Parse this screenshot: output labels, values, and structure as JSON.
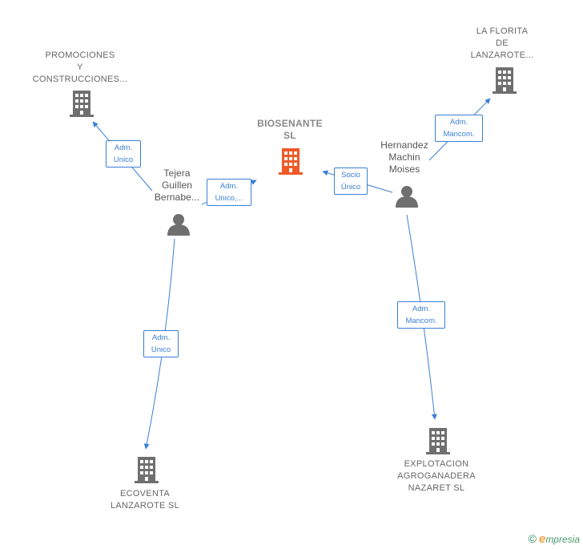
{
  "nodes": {
    "biosenante": {
      "lines": [
        "BIOSENANTE",
        "SL"
      ],
      "icon": "building-icon",
      "color": "#ef5a28"
    },
    "promociones": {
      "lines": [
        "PROMOCIONES",
        "Y",
        "CONSTRUCCIONES..."
      ],
      "icon": "building-icon",
      "color": "#6f6f6f"
    },
    "la_florita": {
      "lines": [
        "LA FLORITA",
        "DE",
        "LANZAROTE..."
      ],
      "icon": "building-icon",
      "color": "#6f6f6f"
    },
    "ecoventa": {
      "lines": [
        "ECOVENTA",
        "LANZAROTE SL"
      ],
      "icon": "building-icon",
      "color": "#6f6f6f"
    },
    "explotacion": {
      "lines": [
        "EXPLOTACION",
        "AGROGANADERA",
        "NAZARET  SL"
      ],
      "icon": "building-icon",
      "color": "#6f6f6f"
    },
    "tejera": {
      "lines": [
        "Tejera",
        "Guillen",
        "Bernabe..."
      ],
      "icon": "person-icon",
      "color": "#6f6f6f"
    },
    "hernandez": {
      "lines": [
        "Hernandez",
        "Machin",
        "Moises"
      ],
      "icon": "person-icon",
      "color": "#6f6f6f"
    }
  },
  "edges": {
    "tejera_promociones": {
      "lines": [
        "Adm.",
        "Unico"
      ]
    },
    "tejera_biosenante": {
      "lines": [
        "Adm.",
        "Unico,..."
      ]
    },
    "tejera_ecoventa": {
      "lines": [
        "Adm.",
        "Unico"
      ]
    },
    "hernandez_biosenante": {
      "lines": [
        "Socio",
        "Único"
      ]
    },
    "hernandez_laflorita": {
      "lines": [
        "Adm.",
        "Mancom."
      ]
    },
    "hernandez_explotacion": {
      "lines": [
        "Adm.",
        "Mancom."
      ]
    }
  },
  "edge_color": "#3a7fd5",
  "brand": {
    "copyright": "©",
    "initial": "e",
    "name": "mpresia"
  }
}
